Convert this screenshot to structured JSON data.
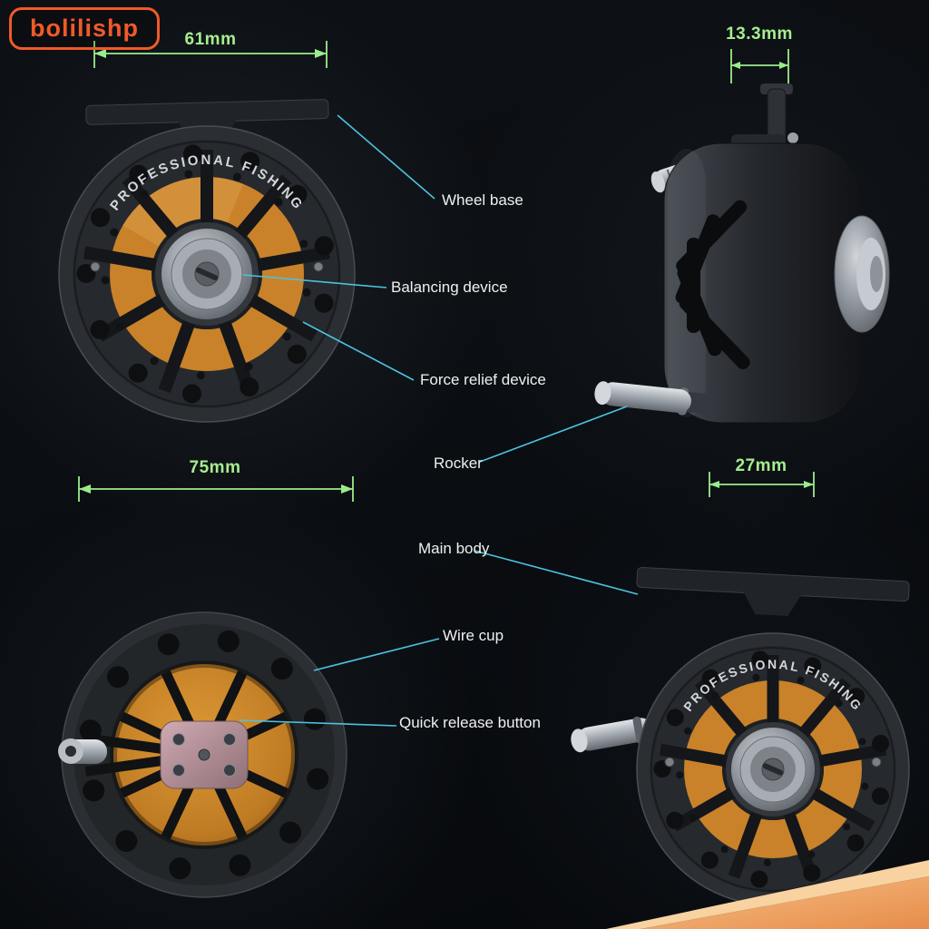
{
  "watermark": {
    "text": "bolilishp"
  },
  "brand_text": "PROFESSIONAL  FISHING",
  "dimensions": {
    "wheel_base_width": "61mm",
    "clamp_width": "13.3mm",
    "reel_diameter": "75mm",
    "body_width": "27mm"
  },
  "labels": {
    "wheel_base": "Wheel base",
    "balancing_device": "Balancing device",
    "force_relief_device": "Force relief device",
    "rocker": "Rocker",
    "main_body": "Main body",
    "wire_cup": "Wire cup",
    "quick_release_button": "Quick release button"
  },
  "colors": {
    "background": "#0a0d11",
    "dimension_text": "#a5ee8e",
    "leader_line": "#4cc2e0",
    "label_text": "#eef0f0",
    "watermark": "#f05a28",
    "reel_orange": "#c9822a",
    "corner_accent": "#eda05e"
  }
}
